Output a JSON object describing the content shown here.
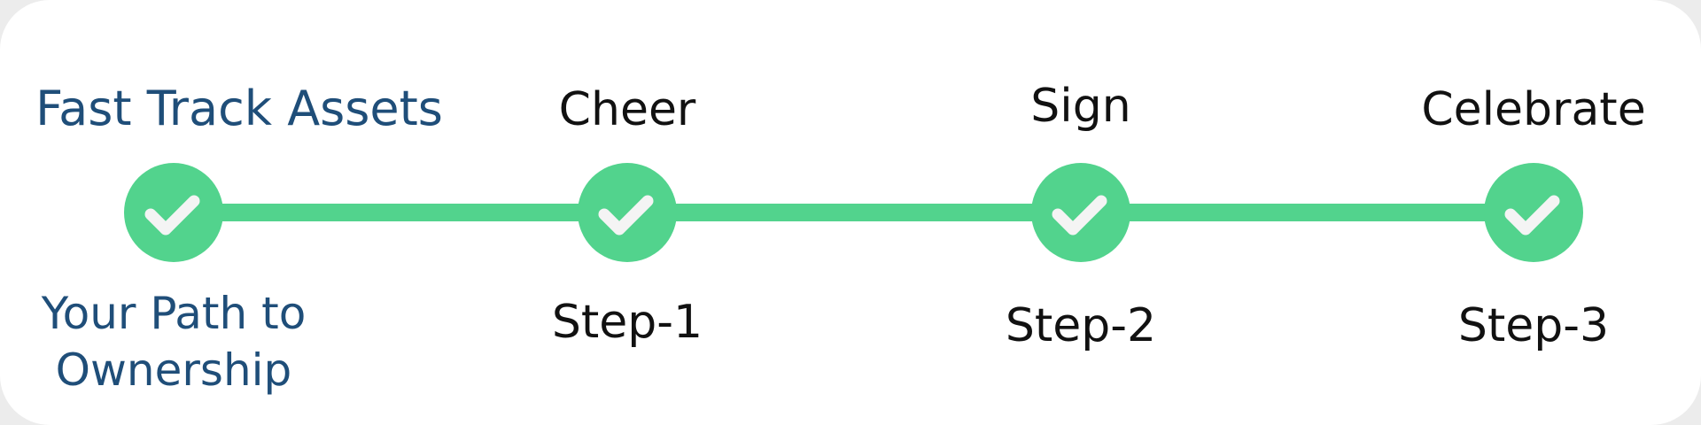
{
  "brand": {
    "title": "Fast Track Assets",
    "subtitle_line1": "Your Path to",
    "subtitle_line2": "Ownership"
  },
  "steps": [
    {
      "top_label": "",
      "bottom_label": "",
      "completed": true
    },
    {
      "top_label": "Cheer",
      "bottom_label": "Step-1",
      "completed": true
    },
    {
      "top_label": "Sign",
      "bottom_label": "Step-2",
      "completed": true
    },
    {
      "top_label": "Celebrate",
      "bottom_label": "Step-3",
      "completed": true
    }
  ],
  "colors": {
    "accent": "#52d38d",
    "brand_text": "#1f4e79",
    "step_text": "#111111",
    "check": "#f4f4f4"
  },
  "icons": {
    "milestone": "check-circle-icon"
  }
}
